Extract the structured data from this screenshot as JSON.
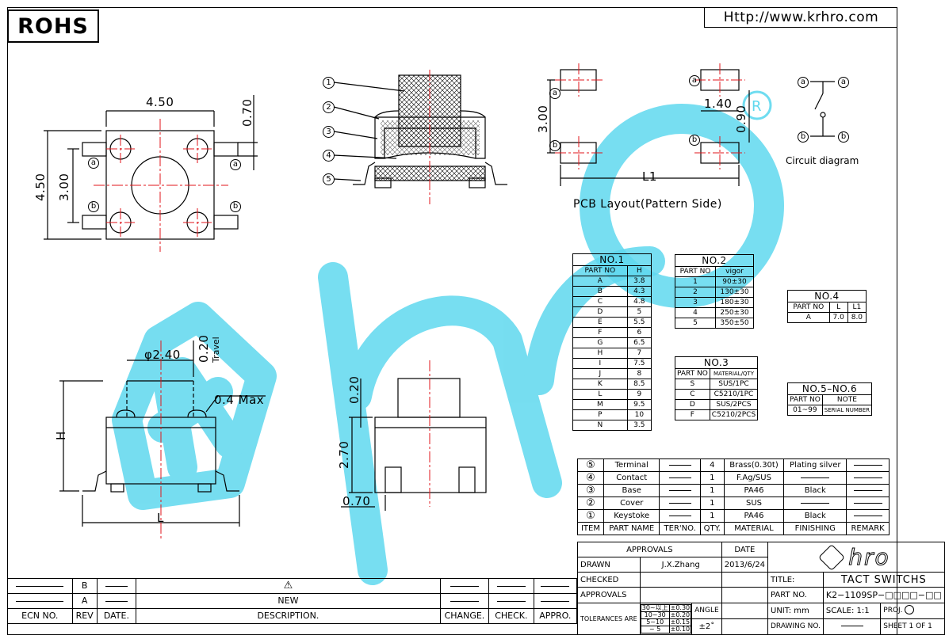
{
  "header": {
    "rohs": "ROHS",
    "url": "Http://www.krhro.com"
  },
  "top_view": {
    "width": "4.50",
    "height": "4.50",
    "pitch": "3.00",
    "lead": "0.70",
    "pin_a": "a",
    "pin_b": "b"
  },
  "section_view": {
    "callouts": [
      "1",
      "2",
      "3",
      "4",
      "5"
    ]
  },
  "pcb": {
    "pitch": "3.00",
    "pad": "1.40",
    "pad_h": "0.90",
    "l1": "L1",
    "title": "PCB Layout(Pattern Side)",
    "pin_a": "a",
    "pin_b": "b"
  },
  "circuit": {
    "title": "Circuit diagram",
    "pin_a": "a",
    "pin_b": "b"
  },
  "side_view": {
    "diameter": "φ2.40",
    "travel": "0.20",
    "travel_label": "Travel",
    "max": "0.4  Max",
    "h": "H",
    "l": "L"
  },
  "front_view": {
    "top": "0.20",
    "height": "2.70",
    "lead": "0.70"
  },
  "no1": {
    "title": "NO.1",
    "headers": [
      "PART NO",
      "H"
    ],
    "rows": [
      [
        "A",
        "3.8"
      ],
      [
        "B",
        "4.3"
      ],
      [
        "C",
        "4.8"
      ],
      [
        "D",
        "5"
      ],
      [
        "E",
        "5.5"
      ],
      [
        "F",
        "6"
      ],
      [
        "G",
        "6.5"
      ],
      [
        "H",
        "7"
      ],
      [
        "I",
        "7.5"
      ],
      [
        "J",
        "8"
      ],
      [
        "K",
        "8.5"
      ],
      [
        "L",
        "9"
      ],
      [
        "M",
        "9.5"
      ],
      [
        "P",
        "10"
      ],
      [
        "N",
        "3.5"
      ]
    ]
  },
  "no2": {
    "title": "NO.2",
    "headers": [
      "PART NO",
      "vigor"
    ],
    "rows": [
      [
        "1",
        "90±30"
      ],
      [
        "2",
        "130±30"
      ],
      [
        "3",
        "180±30"
      ],
      [
        "4",
        "250±30"
      ],
      [
        "5",
        "350±50"
      ]
    ]
  },
  "no3": {
    "title": "NO.3",
    "headers": [
      "PART NO",
      "MATERIAL/QTY"
    ],
    "rows": [
      [
        "S",
        "SUS/1PC"
      ],
      [
        "C",
        "C5210/1PC"
      ],
      [
        "D",
        "SUS/2PCS"
      ],
      [
        "F",
        "C5210/2PCS"
      ]
    ]
  },
  "no4": {
    "title": "NO.4",
    "headers": [
      "PART NO",
      "L",
      "L1"
    ],
    "rows": [
      [
        "A",
        "7.0",
        "8.0"
      ]
    ]
  },
  "no56": {
    "title": "NO.5–NO.6",
    "headers": [
      "PART NO",
      "NOTE"
    ],
    "rows": [
      [
        "01~99",
        "SERIAL NUMBER"
      ]
    ]
  },
  "bom": {
    "rows": [
      {
        "item": "⑤",
        "name": "Terminal",
        "qty": "4",
        "material": "Brass(0.30t)",
        "finishing": "Plating silver"
      },
      {
        "item": "④",
        "name": "Contact",
        "qty": "1",
        "material": "F.Ag/SUS",
        "finishing": ""
      },
      {
        "item": "③",
        "name": "Base",
        "qty": "1",
        "material": "PA46",
        "finishing": "Black"
      },
      {
        "item": "②",
        "name": "Cover",
        "qty": "1",
        "material": "SUS",
        "finishing": ""
      },
      {
        "item": "①",
        "name": "Keystoke",
        "qty": "1",
        "material": "PA46",
        "finishing": "Black"
      }
    ],
    "headers": [
      "ITEM",
      "PART NAME",
      "TER'NO.",
      "QTY.",
      "MATERIAL",
      "FINISHING",
      "REMARK"
    ]
  },
  "titleblock": {
    "approvals": "APPROVALS",
    "date": "DATE",
    "drawn": "DRAWN",
    "drawn_by": "J.X.Zhang",
    "drawn_date": "2013/6/24",
    "checked": "CHECKED",
    "approvals2": "APPROVALS",
    "tolerances": "TOLERANCES ARE",
    "tol_rows": [
      [
        "30~以上",
        "±0.30"
      ],
      [
        "10~30",
        "±0.20"
      ],
      [
        "5~10",
        "±0.15"
      ],
      [
        "~ 5",
        "±0.10"
      ]
    ],
    "angle": "ANGLE",
    "angle_val": "±2˚",
    "title_lbl": "TITLE:",
    "title": "TACT  SWITCHS",
    "partno_lbl": "PART  NO.",
    "partno": "K2−1109SP−□□□□−□□",
    "unit": "UNIT:  mm",
    "scale": "SCALE:   1:1",
    "proj": "PROJ.",
    "drawing_no": "DRAWING  NO.",
    "sheet": "SHEET   1  OF  1",
    "logo": "hro"
  },
  "revision": {
    "rows": [
      {
        "rev": "B",
        "desc": ""
      },
      {
        "rev": "A",
        "desc": "NEW"
      }
    ],
    "headers": [
      "ECN  NO.",
      "REV",
      "DATE.",
      "DESCRIPTION.",
      "CHANGE.",
      "CHECK.",
      "APPRO."
    ]
  },
  "colors": {
    "watermark": "#5fd8ee",
    "centerline": "#e0161b"
  }
}
